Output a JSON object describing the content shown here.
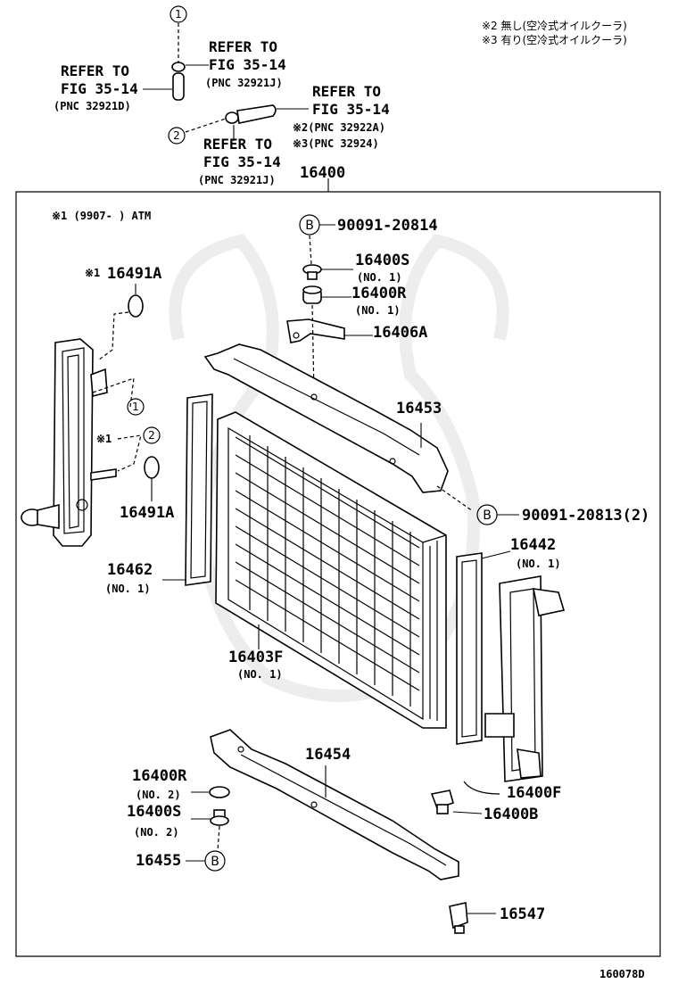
{
  "notes": {
    "note2": "※2 無し(空冷式オイルクーラ)",
    "note3": "※3 有り(空冷式オイルクーラ)",
    "atm": "※1 (9907-       ) ATM",
    "diagram_code": "160078D"
  },
  "refs": {
    "ref_left_1": "REFER TO",
    "ref_left_2": "FIG 35-14",
    "ref_left_3": "(PNC 32921D)",
    "ref_top_1": "REFER TO",
    "ref_top_2": "FIG 35-14",
    "ref_top_3": "(PNC 32921J)",
    "ref_right_1": "REFER TO",
    "ref_right_2": "FIG 35-14",
    "ref_right_3": "※2(PNC 32922A)",
    "ref_right_4": "※3(PNC 32924)",
    "ref_mid_1": "REFER TO",
    "ref_mid_2": "FIG 35-14",
    "ref_mid_3": "(PNC 32921J)"
  },
  "callouts": {
    "c1": "1",
    "c2": "2",
    "b": "B"
  },
  "parts": {
    "p16400": "16400",
    "p90091_20814": "90091-20814",
    "p16400S_1": "16400S",
    "p16400S_1_sub": "(NO. 1)",
    "p16400R_1": "16400R",
    "p16400R_1_sub": "(NO. 1)",
    "p16406A": "16406A",
    "p16491A_top_prefix": "※1",
    "p16491A_top": "16491A",
    "p16453": "16453",
    "p_star1_mid": "※1",
    "p16491A_bottom": "16491A",
    "p90091_20813": "90091-20813(2)",
    "p16462": "16462",
    "p16462_sub": "(NO. 1)",
    "p16442": "16442",
    "p16442_sub": "(NO. 1)",
    "p16403F": "16403F",
    "p16403F_sub": "(NO. 1)",
    "p16454": "16454",
    "p16400R_2": "16400R",
    "p16400R_2_sub": "(NO. 2)",
    "p16400S_2": "16400S",
    "p16400S_2_sub": "(NO. 2)",
    "p16455": "16455",
    "p16400F": "16400F",
    "p16400B": "16400B",
    "p16547": "16547"
  }
}
